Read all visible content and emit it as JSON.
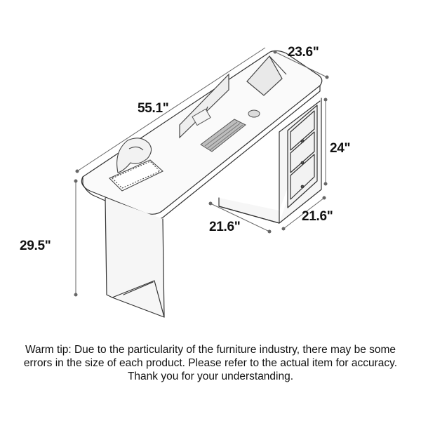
{
  "dimensions": {
    "top_depth": "23.6\"",
    "width": "55.1\"",
    "cabinet_height": "24\"",
    "leg_height": "29.5\"",
    "cabinet_width": "21.6\"",
    "cabinet_depth": "21.6\""
  },
  "tip": "Warm tip: Due to the particularity of the furniture industry, there may be some errors in the size of each product. Please refer to the actual item for accuracy. Thank you for your understanding."
}
